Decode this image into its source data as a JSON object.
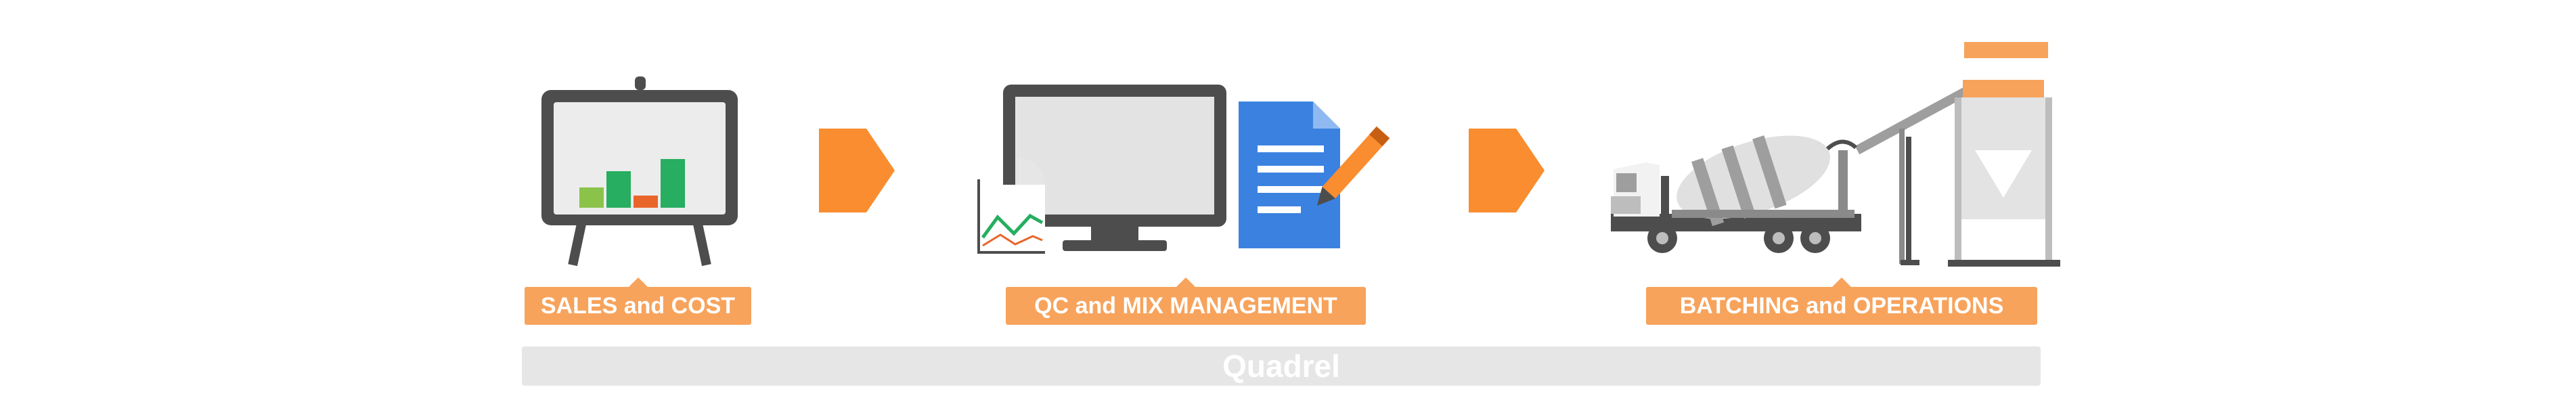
{
  "steps": [
    {
      "label": "SALES and COST",
      "icon": "presentation-board-icon"
    },
    {
      "label": "QC and MIX MANAGEMENT",
      "icon": "monitor-document-icon"
    },
    {
      "label": "BATCHING and OPERATIONS",
      "icon": "mixer-truck-plant-icon"
    }
  ],
  "platform": {
    "label": "Quadrel"
  },
  "colors": {
    "accent": "#f7a35c",
    "arrow": "#f98d2f",
    "dark": "#4d4d4d",
    "bar_band": "#e6e6e6",
    "doc_blue": "#3b82e0",
    "chart_green": "#27ae60",
    "chart_light_green": "#8bc34a",
    "chart_orange": "#e8662a"
  }
}
